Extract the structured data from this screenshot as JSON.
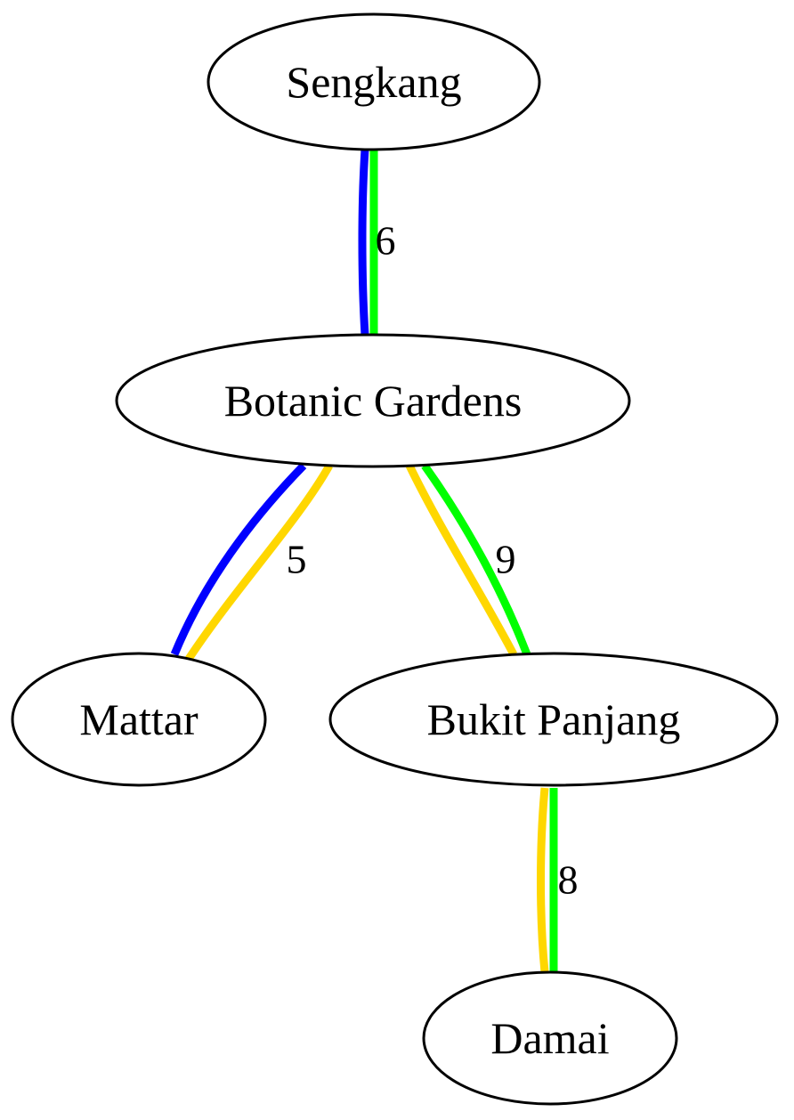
{
  "diagram": {
    "type": "graph",
    "nodes": [
      {
        "id": "sengkang",
        "label": "Sengkang"
      },
      {
        "id": "botanic",
        "label": "Botanic Gardens"
      },
      {
        "id": "mattar",
        "label": "Mattar"
      },
      {
        "id": "bukit",
        "label": "Bukit Panjang"
      },
      {
        "id": "damai",
        "label": "Damai"
      }
    ],
    "edges": [
      {
        "id": "sengkang-botanic",
        "from": "Sengkang",
        "to": "Botanic Gardens",
        "label": "6",
        "lines": [
          "blue",
          "green"
        ]
      },
      {
        "id": "botanic-mattar",
        "from": "Botanic Gardens",
        "to": "Mattar",
        "label": "5",
        "lines": [
          "blue",
          "gold"
        ]
      },
      {
        "id": "botanic-bukit",
        "from": "Botanic Gardens",
        "to": "Bukit Panjang",
        "label": "9",
        "lines": [
          "gold",
          "green"
        ]
      },
      {
        "id": "bukit-damai",
        "from": "Bukit Panjang",
        "to": "Damai",
        "label": "8",
        "lines": [
          "gold",
          "green"
        ]
      }
    ],
    "colors": {
      "blue": "#0000ff",
      "green": "#00ff00",
      "gold": "#ffd700",
      "outline": "#000000",
      "background": "#ffffff"
    }
  }
}
